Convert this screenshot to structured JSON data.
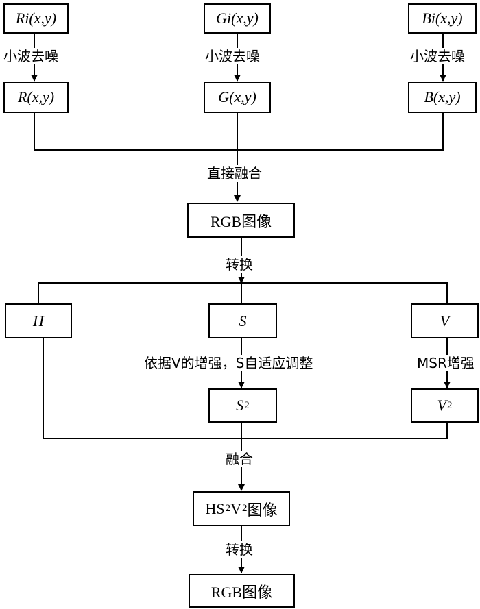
{
  "nodes": {
    "ri": "Ri(x,y)",
    "gi": "Gi(x,y)",
    "bi": "Bi(x,y)",
    "r": "R(x,y)",
    "g": "G(x,y)",
    "b": "B(x,y)",
    "rgb1": "RGB图像",
    "h": "H",
    "s": "S",
    "v": "V",
    "s2_base": "S",
    "s2_sub": "2",
    "v2_base": "V",
    "v2_sub": "2",
    "hsv_h": "HS",
    "hsv_s_sub": "2",
    "hsv_v": "V",
    "hsv_v_sub": "2",
    "hsv_tail": "图像",
    "rgb2": "RGB图像"
  },
  "edges": {
    "denoise_r": "小波去噪",
    "denoise_g": "小波去噪",
    "denoise_b": "小波去噪",
    "direct_fuse": "直接融合",
    "convert1": "转换",
    "s_adapt": "依据V的增强，S自适应调整",
    "msr": "MSR增强",
    "fuse": "融合",
    "convert2": "转换"
  }
}
